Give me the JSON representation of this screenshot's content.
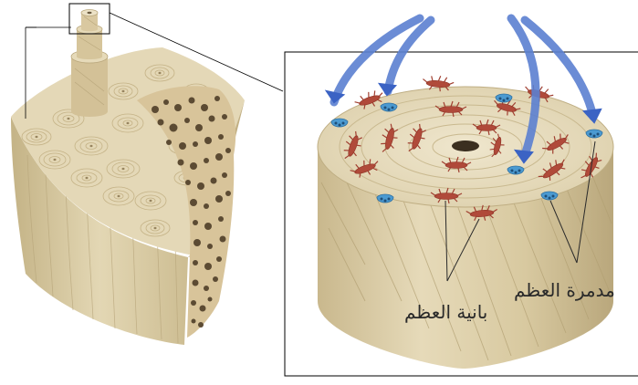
{
  "labels": {
    "osteoclast": "مدمرة العظم",
    "osteoblast": "بانية العظم"
  },
  "colors": {
    "bone_top": "#e8ddc0",
    "bone_side": "#d8c9a0",
    "bone_dark": "#b9a77c",
    "ring_line": "#c9b98f",
    "osteoblast_cell": "#b04a3a",
    "osteoclast_cell": "#4b9ad1",
    "arrow": "#3b63c4",
    "spongy": "#6b5a40",
    "frame": "#000000"
  },
  "icons": [
    "osteon-cylinder",
    "bone-block",
    "spongy-bone",
    "blue-arrow",
    "osteoblast-cell",
    "osteoclast-cell"
  ]
}
